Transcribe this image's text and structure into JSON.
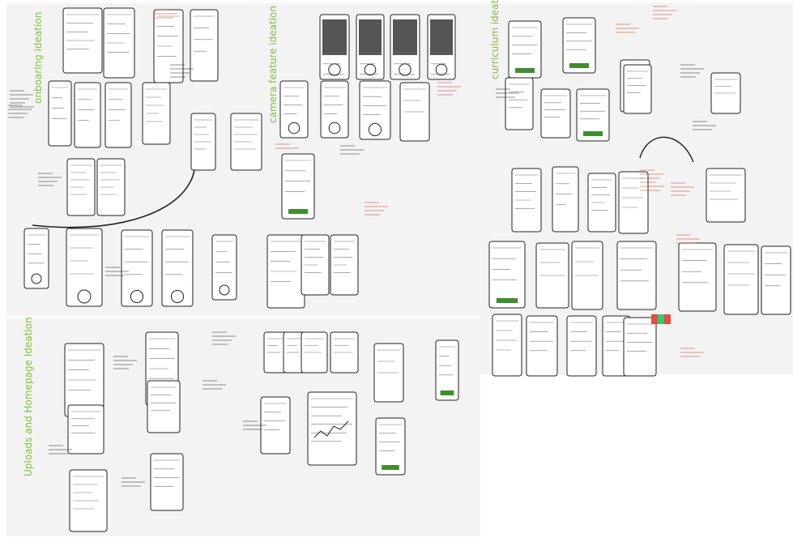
{
  "sections": {
    "onboarding": {
      "label": "onboaring ideation"
    },
    "camera": {
      "label": "camera feature ideation"
    },
    "curriculum": {
      "label": "curriculum ideation"
    },
    "uploads": {
      "label": "Uploads and Homepage Ideation"
    }
  },
  "colors": {
    "accent_green": "#7fc241",
    "sketch_ink": "#222222",
    "annotation_red": "#c0392b",
    "panel_bg": "#f3f3f3",
    "phone_green": "#3e8e2e"
  }
}
